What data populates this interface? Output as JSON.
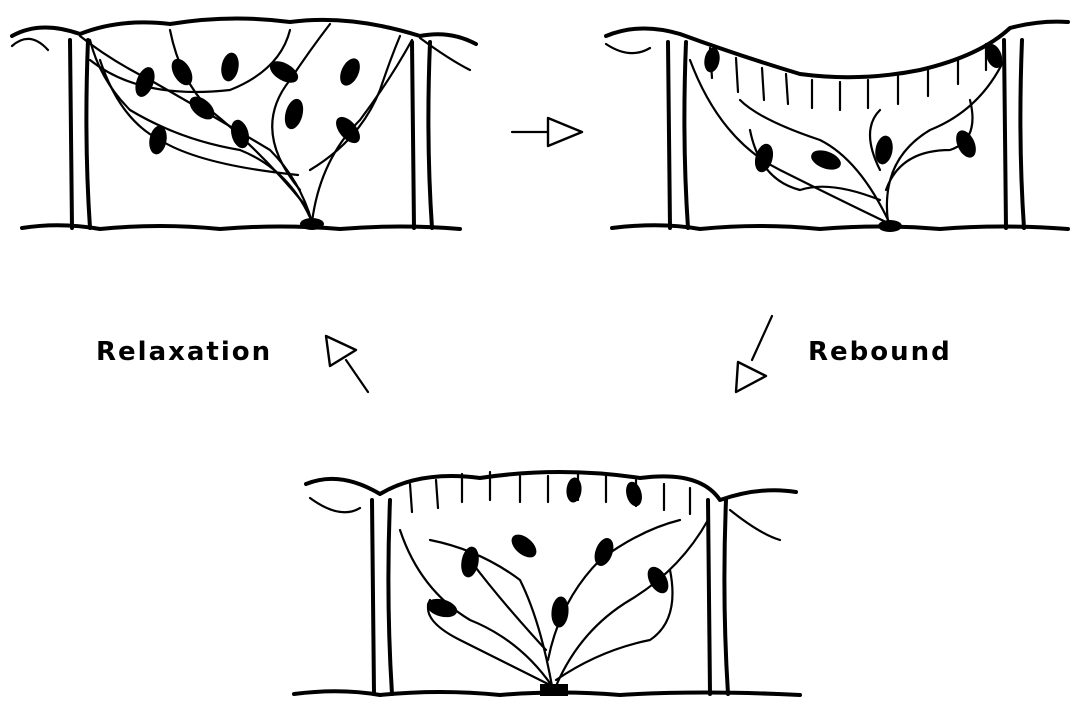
{
  "labels": {
    "relaxation": "Relaxation",
    "rebound": "Rebound"
  },
  "panels": [
    {
      "id": "initial",
      "state": "canopy-hanging"
    },
    {
      "id": "trained",
      "state": "canopy-upturned"
    },
    {
      "id": "rebounded",
      "state": "canopy-mixed"
    }
  ],
  "arrows": [
    {
      "from": "initial",
      "to": "trained",
      "direction": "right"
    },
    {
      "from": "trained",
      "to": "rebounded",
      "direction": "down-left",
      "label_ref": "rebound"
    },
    {
      "from": "rebounded",
      "to": "initial",
      "direction": "up-left",
      "label_ref": "relaxation"
    }
  ]
}
